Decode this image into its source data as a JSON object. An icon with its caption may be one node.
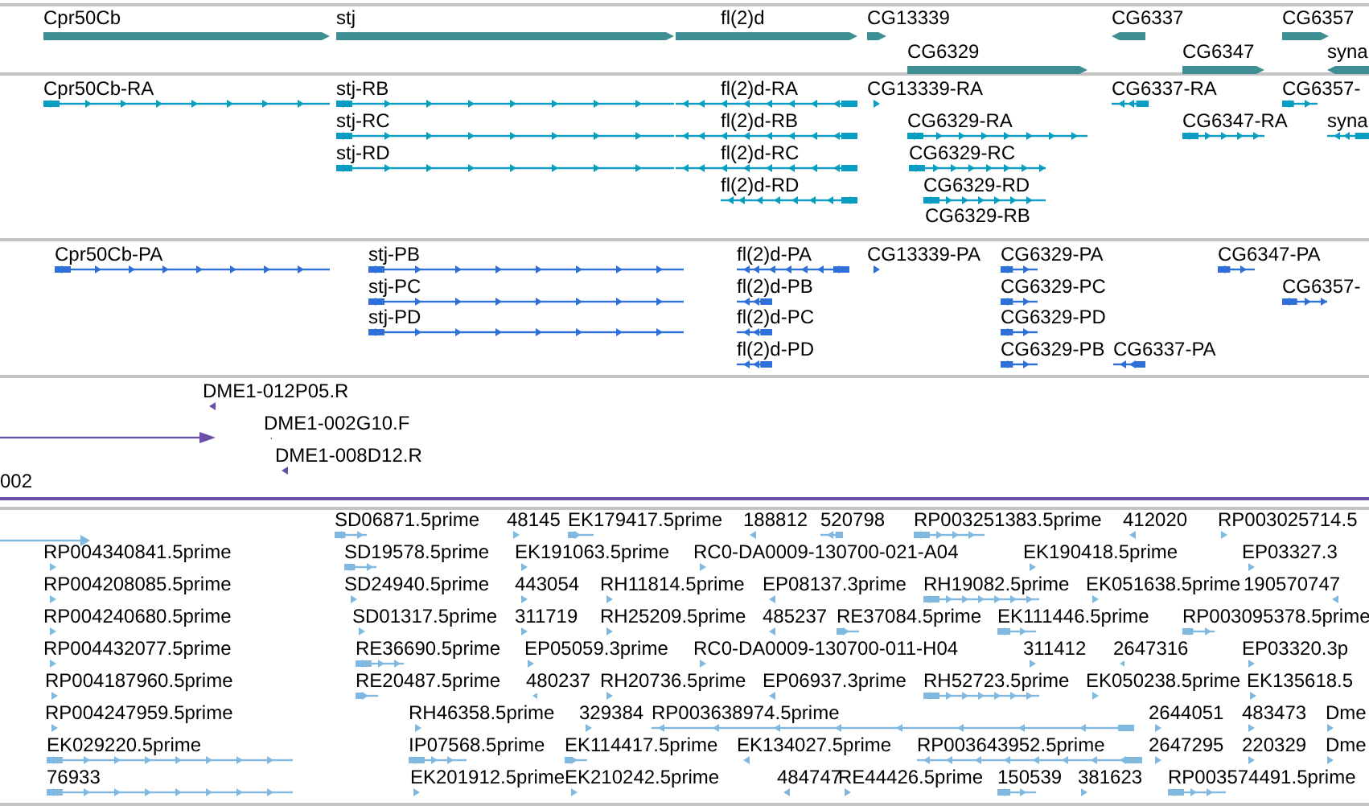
{
  "diagram": {
    "labels": [
      "Cpr50Cb",
      "stj",
      "fl(2)d",
      "CG13339",
      "CG6337",
      "CG6357",
      "CG6329",
      "CG6347",
      "syna",
      "Cpr50Cb-RA",
      "stj-RB",
      "fl(2)d-RA",
      "CG13339-RA",
      "CG6337-RA",
      "CG6357-",
      "stj-RC",
      "fl(2)d-RB",
      "CG6329-RA",
      "CG6347-RA",
      "syna",
      "stj-RD",
      "fl(2)d-RC",
      "CG6329-RC",
      "fl(2)d-RD",
      "CG6329-RD",
      "CG6329-RB",
      "Cpr50Cb-PA",
      "stj-PB",
      "fl(2)d-PA",
      "CG13339-PA",
      "CG6329-PA",
      "CG6347-PA",
      "stj-PC",
      "fl(2)d-PB",
      "CG6329-PC",
      "CG6357-",
      "stj-PD",
      "fl(2)d-PC",
      "CG6329-PD",
      "fl(2)d-PD",
      "CG6329-PB",
      "CG6337-PA",
      "DME1-012P05.R",
      "DME1-002G10.F",
      "DME1-008D12.R",
      "002",
      "SD06871.5prime",
      "48145",
      "EK179417.5prime",
      "188812",
      "520798",
      "RP003251383.5prime",
      "412020",
      "RP003025714.5",
      "RP004340841.5prime",
      "SD19578.5prime",
      "EK191063.5prime",
      "RC0-DA0009-130700-021-A04",
      "EK190418.5prime",
      "EP03327.3",
      "RP004208085.5prime",
      "SD24940.5prime",
      "443054",
      "RH11814.5prime",
      "EP08137.3prime",
      "RH19082.5prime",
      "EK051638.5prime",
      "190570747",
      "RP004240680.5prime",
      "SD01317.5prime",
      "311719",
      "RH25209.5prime",
      "485237",
      "RE37084.5prime",
      "EK111446.5prime",
      "RP003095378.5prime",
      "RP004432077.5prime",
      "RE36690.5prime",
      "EP05059.3prime",
      "RC0-DA0009-130700-011-H04",
      "311412",
      "2647316",
      "EP03320.3p",
      "RP004187960.5prime",
      "RE20487.5prime",
      "480237",
      "RH20736.5prime",
      "EP06937.3prime",
      "RH52723.5prime",
      "EK050238.5prime",
      "EK135618.5",
      "RP004247959.5prime",
      "RH46358.5prime",
      "329384",
      "RP003638974.5prime",
      "2644051",
      "483473",
      "Dme",
      "EK029220.5prime",
      "IP07568.5prime",
      "EK114417.5prime",
      "EK134027.5prime",
      "RP003643952.5prime",
      "2647295",
      "220329",
      "Dme",
      "76933",
      "EK201912.5prime",
      "EK210242.5prime",
      "484747",
      "RE44426.5prime",
      "150539",
      "381623",
      "RP003574491.5prime"
    ]
  }
}
